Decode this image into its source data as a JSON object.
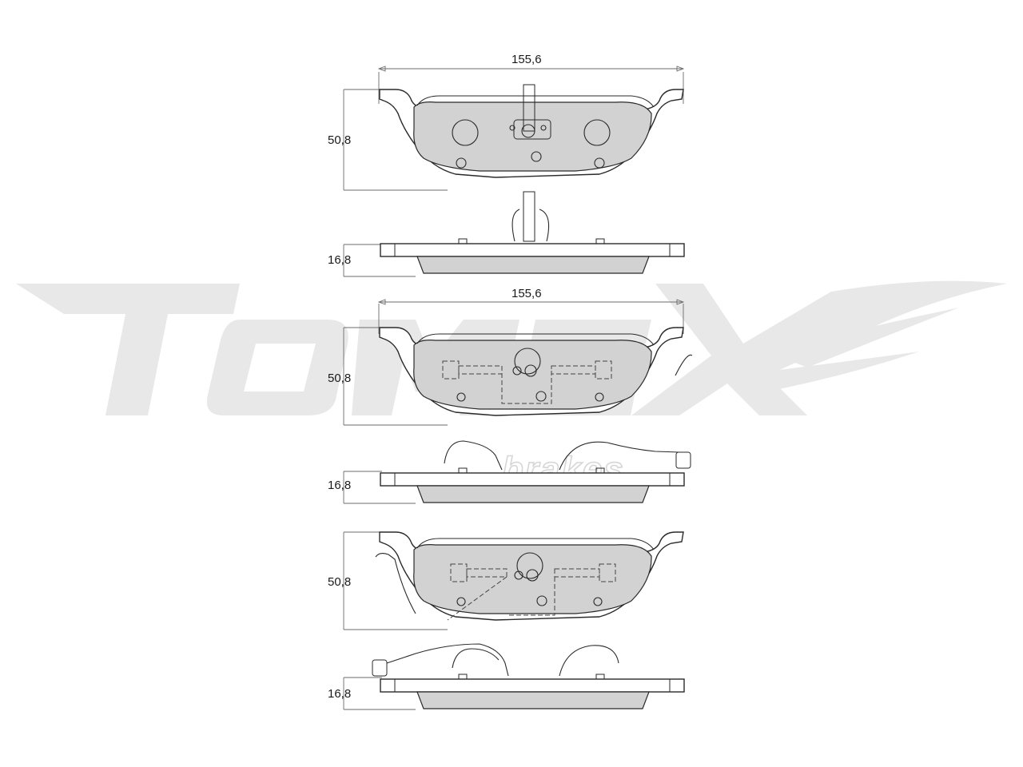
{
  "watermark": {
    "brand_letters": "TOMEX",
    "sub_text": "brakes"
  },
  "views": [
    {
      "id": "view-1",
      "width_label": "155,6",
      "height_label": "50,8",
      "thickness_label": "16,8"
    },
    {
      "id": "view-2",
      "width_label": "155,6",
      "height_label": "50,8",
      "thickness_label": "16,8"
    },
    {
      "id": "view-3",
      "height_label": "50,8",
      "thickness_label": "16,8"
    }
  ]
}
